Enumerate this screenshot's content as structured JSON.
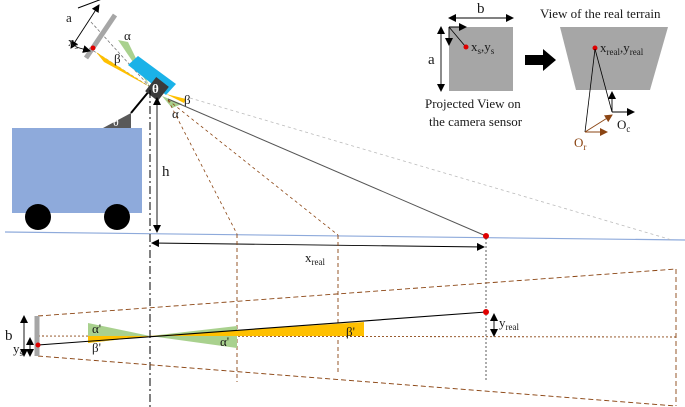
{
  "labels": {
    "a": "a",
    "b": "b",
    "xs": "x",
    "xs_sub": "s",
    "ys": "y",
    "ys_sub": "s",
    "alpha": "α",
    "beta": "β",
    "theta": "θ",
    "h": "h",
    "x_real": "x",
    "x_real_sub": "real",
    "y_real": "y",
    "y_real_sub": "real",
    "alpha_prime": "α'",
    "beta_prime": "β'",
    "sensor_point": "x",
    "sensor_point_sub": "s",
    "sensor_point_y": ",y",
    "sensor_point_y_sub": "s",
    "terrain_point": "x",
    "terrain_point_sub": "real",
    "terrain_point_y": ",y",
    "terrain_point_y_sub": "real",
    "origin_r": "O",
    "origin_r_sub": "r",
    "origin_c": "O",
    "origin_c_sub": "c"
  },
  "captions": {
    "projected_line1": "Projected View on",
    "projected_line2": "the camera sensor",
    "real_terrain_title": "View of the real terrain"
  },
  "colors": {
    "vehicle": "#8eaadb",
    "wheel": "#000000",
    "camera": "#1ab2e8",
    "alpha_fill": "#a9d18e",
    "beta_fill": "#ffc000",
    "ground_line": "#8eaadb",
    "dashed_brown": "#8b4513",
    "sensor_box": "#a6a6a6",
    "point": "#e00000",
    "arrow_black": "#000000"
  }
}
